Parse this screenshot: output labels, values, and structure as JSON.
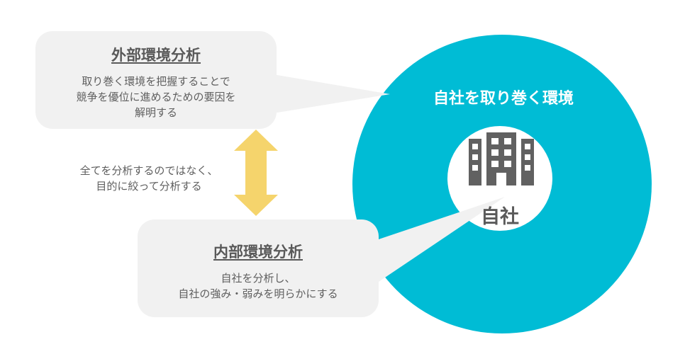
{
  "external": {
    "title": "外部環境分析",
    "lines": [
      "取り巻く環境を把握することで",
      "競争を優位に進めるための要因を",
      "解明する"
    ]
  },
  "note": {
    "lines": [
      "全てを分析するのではなく、",
      "目的に絞って分析する"
    ]
  },
  "internal": {
    "title": "内部環境分析",
    "lines": [
      "自社を分析し、",
      "自社の強み・弱みを明らかにする"
    ]
  },
  "environment": {
    "label": "自社を取り巻く環境"
  },
  "company": {
    "label": "自社",
    "icon": "building-icon"
  },
  "colors": {
    "circle": "#00bcd5",
    "bubble": "#f1f1f1",
    "arrow": "#f5d46c",
    "text": "#5f5f5f"
  }
}
